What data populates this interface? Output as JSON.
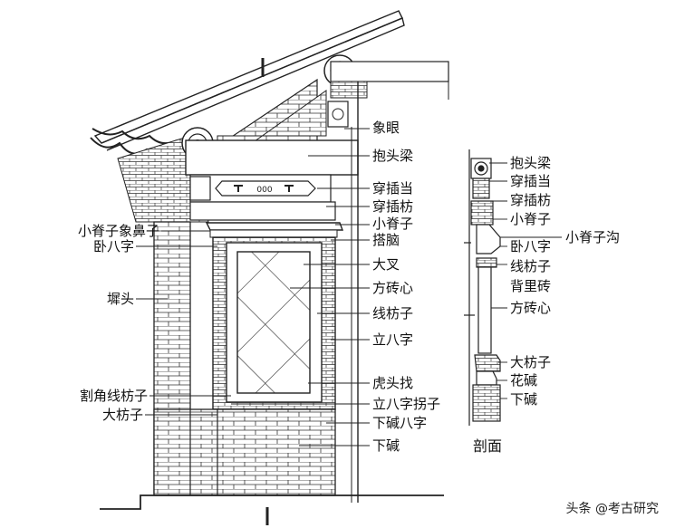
{
  "labels": {
    "xiang_yan": "象眼",
    "bao_tou_liang": "抱头梁",
    "chuan_cha_dang": "穿插当",
    "chuan_cha_fang": "穿插枋",
    "xiao_ji_zi": "小脊子",
    "da_nao": "搭脑",
    "da_cha": "大叉",
    "fang_zhuan_xin": "方砖心",
    "xian_fang_zi": "线枋子",
    "li_ba_zi": "立八字",
    "hu_tou_zhao": "虎头找",
    "li_ba_zi_guai_zi": "立八字拐子",
    "xia_jian_ba_zi": "下碱八字",
    "xia_jian": "下碱",
    "xiao_ji_zi_xiang_bi_zi": "小脊子象鼻子",
    "wo_ba_zi": "卧八字",
    "chi_tou": "墀头",
    "ge_jiao_xian_fang_zi": "割角线枋子",
    "da_fang_zi": "大枋子"
  },
  "section": {
    "bao_tou_liang": "抱头梁",
    "chuan_cha_dang": "穿插当",
    "chuan_cha_fang": "穿插枋",
    "xiao_ji_zi": "小脊子",
    "xiao_ji_zi_gou": "小脊子沟",
    "wo_ba_zi": "卧八字",
    "xian_fang_zi": "线枋子",
    "bei_li_zhuan": "背里砖",
    "fang_zhuan_xin": "方砖心",
    "da_fang_zi": "大枋子",
    "hua_jian": "花碱",
    "xia_jian": "下碱",
    "caption": "剖面"
  },
  "watermark": "头条 @考古研究"
}
